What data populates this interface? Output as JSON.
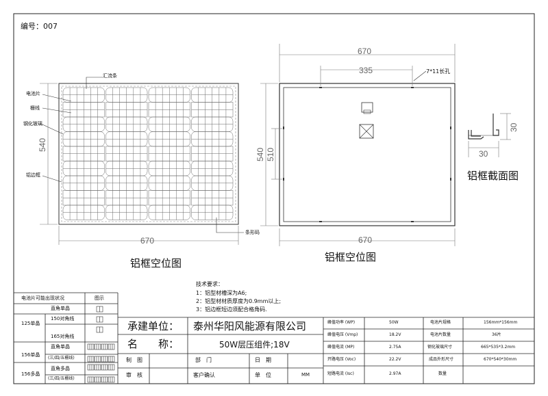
{
  "header": {
    "code": "编号：007"
  },
  "left_view": {
    "labels": {
      "busbar": "汇流条",
      "cell": "电池片",
      "grid_line": "栅线",
      "glass": "钢化玻璃",
      "frame": "铝边框",
      "nameplate": "条形码"
    },
    "width_dim": "670",
    "height_dim": "540",
    "caption": "铝框空位图"
  },
  "right_view": {
    "width_dim_top": "670",
    "half_dim": "335",
    "hole_label": "7*11长孔",
    "height_outer": "540",
    "height_inner": "510",
    "width_dim_bottom": "670",
    "caption": "铝框空位图"
  },
  "section_view": {
    "height_dim": "30",
    "width_dim": "30",
    "caption": "铝框截面图"
  },
  "tech_requirements": {
    "title": "技术要求：",
    "items": [
      "1：铝型材槽深为A6;",
      "2：铝型材材质厚度为0.9mm以上;",
      "3：铝边框短边须配合格角码."
    ]
  },
  "cell_table": {
    "col1": "电池片可能出现状况",
    "col2": "图示",
    "groups": [
      {
        "name": "125单晶",
        "rows": [
          "直角单晶",
          "150对角线",
          "165对角线"
        ]
      },
      {
        "name": "156单晶",
        "rows": [
          "直角单晶",
          "(三/四/五栅线)"
        ]
      },
      {
        "name": "156多晶",
        "rows": [
          "直角多晶",
          "(三/四/五栅线)"
        ]
      }
    ]
  },
  "title_block": {
    "unit_label": "承建单位：",
    "unit_value": "泰州华阳风能源有限公司",
    "name_label": "名　　称：",
    "name_value": "50W层压组件;18V",
    "draw": "制　图",
    "dept": "部　门",
    "date": "日　期",
    "check": "审　核",
    "customer": "客户确认",
    "unit": "单　位",
    "unit_val": "MM"
  },
  "specs": [
    {
      "k": "峰值功率 (WP)",
      "v": "50W",
      "k2": "电池片规格",
      "v2": "156mm*156mm"
    },
    {
      "k": "峰值电压 (Vmp)",
      "v": "18.2V",
      "k2": "电池片数量",
      "v2": "36片"
    },
    {
      "k": "峰值电流 (MP)",
      "v": "2.75A",
      "k2": "钢化玻璃尺寸",
      "v2": "665*535*3.2mm"
    },
    {
      "k": "开路电压 (Voc)",
      "v": "22.2V",
      "k2": "成品外形尺寸",
      "v2": "670*540*30mm"
    },
    {
      "k": "短路电流 (Isc)",
      "v": "2.97A",
      "k2": "数量",
      "v2": ""
    }
  ]
}
